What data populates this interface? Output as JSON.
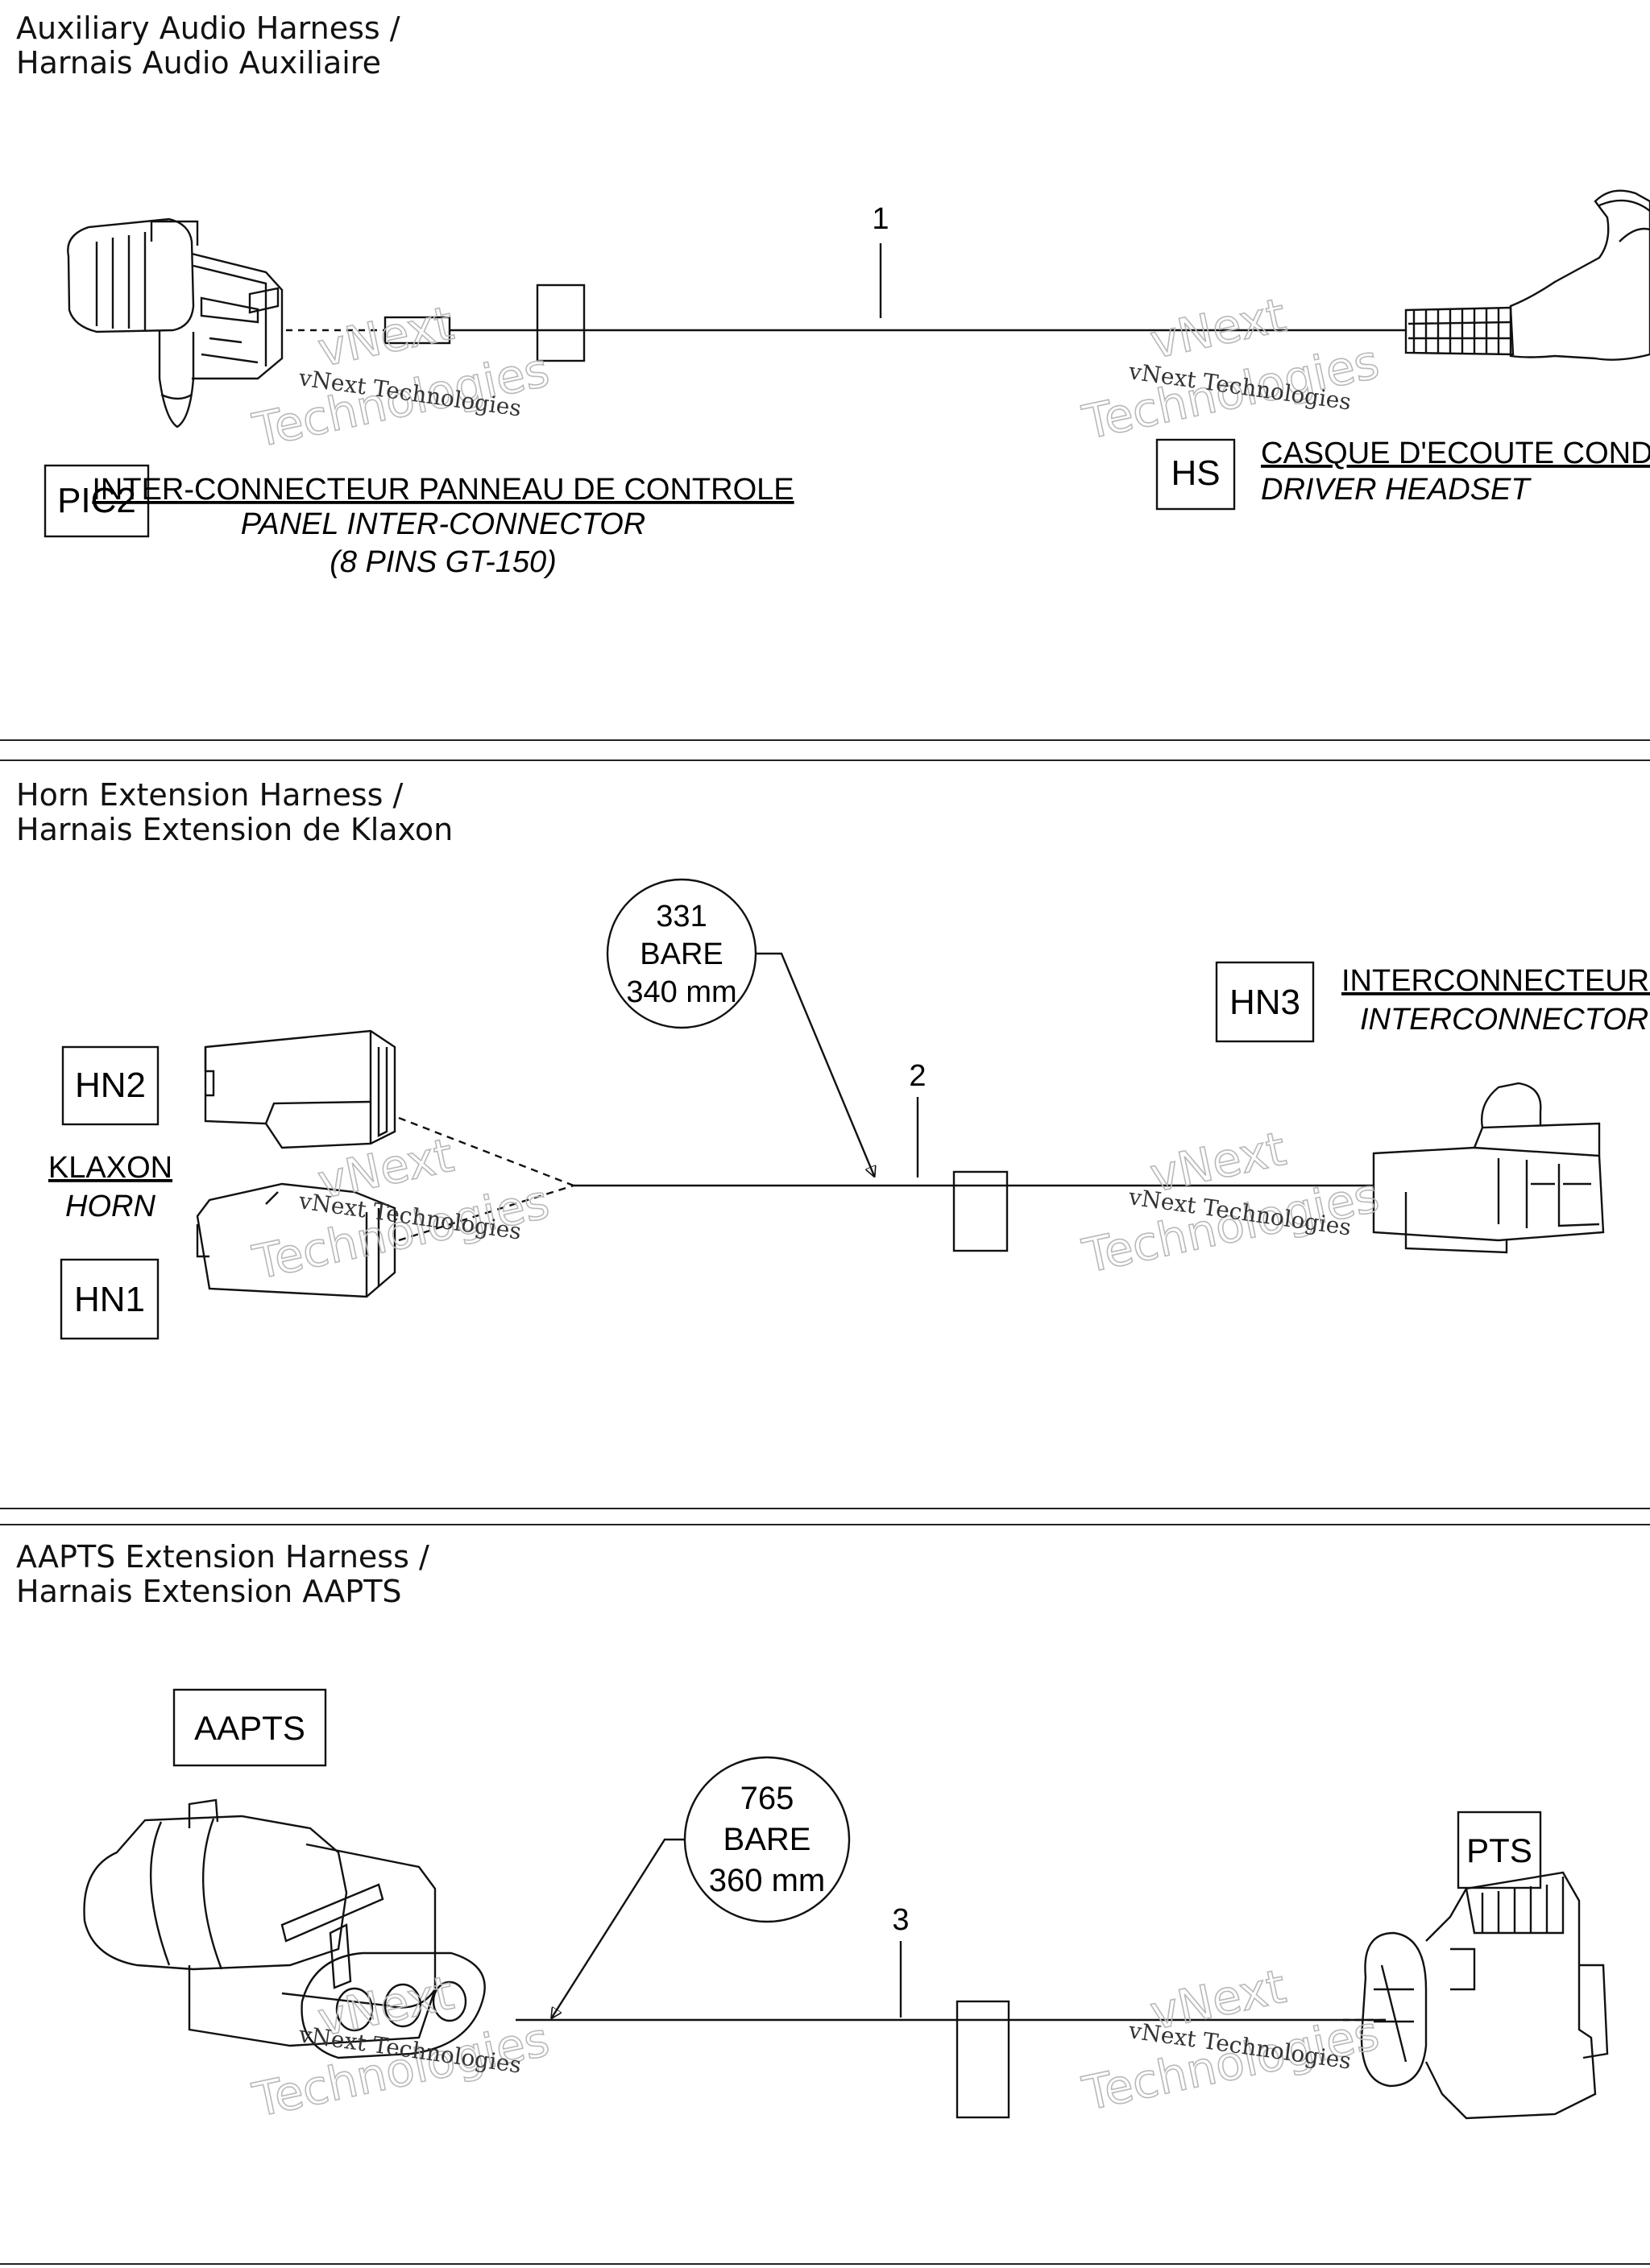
{
  "sections": [
    {
      "title_en": "Auxiliary Audio Harness /",
      "title_fr": "Harnais Audio Auxiliaire",
      "item_number": "1",
      "left_connector": {
        "code": "PIC2",
        "label_fr": "INTER-CONNECTEUR PANNEAU DE CONTROLE",
        "label_en": "PANEL INTER-CONNECTOR",
        "label_note": "(8 PINS GT-150)"
      },
      "right_connector": {
        "code": "HS",
        "label_fr": "CASQUE D'ECOUTE CONDUCTEUR",
        "label_en": "DRIVER HEADSET"
      }
    },
    {
      "title_en": "Horn Extension Harness /",
      "title_fr": "Harnais Extension de Klaxon",
      "item_number": "2",
      "callout": {
        "line1": "331",
        "line2": "BARE",
        "line3": "340 mm"
      },
      "left_connectors": [
        {
          "code": "HN2"
        },
        {
          "code": "HN1"
        }
      ],
      "left_label_fr": "KLAXON",
      "left_label_en": "HORN",
      "right_connector": {
        "code": "HN3",
        "label_fr": "INTERCONNECTEUR KLAXON",
        "label_en": "INTERCONNECTOR HORN"
      }
    },
    {
      "title_en": "AAPTS Extension Harness /",
      "title_fr": "Harnais Extension AAPTS",
      "item_number": "3",
      "callout": {
        "line1": "765",
        "line2": "BARE",
        "line3": "360 mm"
      },
      "left_connector": {
        "code": "AAPTS"
      },
      "right_connector": {
        "code": "PTS"
      }
    }
  ],
  "watermark": {
    "line1": "vNext",
    "line2": "Technologies",
    "caption": "vNext Technologies"
  }
}
